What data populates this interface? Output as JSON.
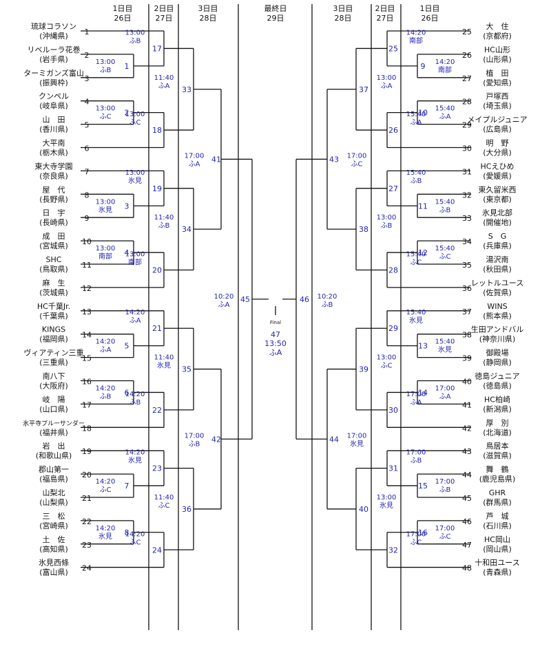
{
  "headers": {
    "left": [
      {
        "day": "1日目",
        "date": "26日"
      },
      {
        "day": "2日目",
        "date": "27日"
      },
      {
        "day": "3日目",
        "date": "28日"
      }
    ],
    "center": {
      "day": "最終日",
      "date": "29日"
    },
    "right": [
      {
        "day": "3日目",
        "date": "28日"
      },
      {
        "day": "2日目",
        "date": "27日"
      },
      {
        "day": "1日目",
        "date": "26日"
      }
    ]
  },
  "teams": [
    {
      "seed": "1",
      "name": "琉球コラソン",
      "region": "(沖縄県)"
    },
    {
      "seed": "2",
      "name": "リベルーラ花巻",
      "region": "(岩手県)"
    },
    {
      "seed": "3",
      "name": "ターミガンズ富山",
      "region": "(振興枠)"
    },
    {
      "seed": "4",
      "name": "クンペル",
      "region": "(岐阜県)"
    },
    {
      "seed": "5",
      "name": "山　田",
      "region": "(香川県)"
    },
    {
      "seed": "6",
      "name": "大平南",
      "region": "(栃木県)"
    },
    {
      "seed": "7",
      "name": "東大寺学園",
      "region": "(奈良県)"
    },
    {
      "seed": "8",
      "name": "屋　代",
      "region": "(長野県)"
    },
    {
      "seed": "9",
      "name": "日　宇",
      "region": "(長崎県)"
    },
    {
      "seed": "10",
      "name": "成　田",
      "region": "(宮城県)"
    },
    {
      "seed": "11",
      "name": "SHC",
      "region": "(鳥取県)"
    },
    {
      "seed": "12",
      "name": "麻　生",
      "region": "(茨城県)"
    },
    {
      "seed": "13",
      "name": "HC千葉Jr.",
      "region": "(千葉県)"
    },
    {
      "seed": "14",
      "name": "KINGS",
      "region": "(福岡県)"
    },
    {
      "seed": "15",
      "name": "ヴィアティン三重",
      "region": "(三重県)"
    },
    {
      "seed": "16",
      "name": "南八下",
      "region": "(大阪府)"
    },
    {
      "seed": "17",
      "name": "岐　陽",
      "region": "(山口県)"
    },
    {
      "seed": "18",
      "name": "氷平寺ブルーサンダー",
      "region": "(福井県)"
    },
    {
      "seed": "19",
      "name": "岩　出",
      "region": "(和歌山県)"
    },
    {
      "seed": "20",
      "name": "郡山第一",
      "region": "(福島県)"
    },
    {
      "seed": "21",
      "name": "山梨北",
      "region": "(山梨県)"
    },
    {
      "seed": "22",
      "name": "三　松",
      "region": "(宮崎県)"
    },
    {
      "seed": "23",
      "name": "土　佐",
      "region": "(高知県)"
    },
    {
      "seed": "24",
      "name": "氷見西條",
      "region": "(富山県)"
    },
    {
      "seed": "25",
      "name": "大　住",
      "region": "(京都府)"
    },
    {
      "seed": "26",
      "name": "HC山形",
      "region": "(山形県)"
    },
    {
      "seed": "27",
      "name": "植　田",
      "region": "(愛知県)"
    },
    {
      "seed": "28",
      "name": "戸塚西",
      "region": "(埼玉県)"
    },
    {
      "seed": "29",
      "name": "メイプルジュニア",
      "region": "(広島県)"
    },
    {
      "seed": "30",
      "name": "明　野",
      "region": "(大分県)"
    },
    {
      "seed": "31",
      "name": "HCえひめ",
      "region": "(愛媛県)"
    },
    {
      "seed": "32",
      "name": "東久留米西",
      "region": "(東京都)"
    },
    {
      "seed": "33",
      "name": "氷見北部",
      "region": "(開催地)"
    },
    {
      "seed": "34",
      "name": "S　G",
      "region": "(兵庫県)"
    },
    {
      "seed": "35",
      "name": "湯沢南",
      "region": "(秋田県)"
    },
    {
      "seed": "36",
      "name": "レットルユース",
      "region": "(佐賀県)"
    },
    {
      "seed": "37",
      "name": "WINS",
      "region": "(熊本県)"
    },
    {
      "seed": "38",
      "name": "生田アンドバル",
      "region": "(神奈川県)"
    },
    {
      "seed": "39",
      "name": "御殿場",
      "region": "(静岡県)"
    },
    {
      "seed": "40",
      "name": "徳島ジュニア",
      "region": "(徳島県)"
    },
    {
      "seed": "41",
      "name": "HC柏崎",
      "region": "(新潟県)"
    },
    {
      "seed": "42",
      "name": "厚　別",
      "region": "(北海道)"
    },
    {
      "seed": "43",
      "name": "鳥居本",
      "region": "(滋賀県)"
    },
    {
      "seed": "44",
      "name": "舞　鶴",
      "region": "(鹿児島県)"
    },
    {
      "seed": "45",
      "name": "GHR",
      "region": "(群馬県)"
    },
    {
      "seed": "46",
      "name": "芦　城",
      "region": "(石川県)"
    },
    {
      "seed": "47",
      "name": "HC岡山",
      "region": "(岡山県)"
    },
    {
      "seed": "48",
      "name": "十和田ユース",
      "region": "(青森県)"
    }
  ],
  "matches": [
    {
      "no": "1",
      "time": "13:00",
      "venue": "ふB"
    },
    {
      "no": "2",
      "time": "13:00",
      "venue": "ふC"
    },
    {
      "no": "3",
      "time": "13:00",
      "venue": "氷見"
    },
    {
      "no": "4",
      "time": "13:00",
      "venue": "南部"
    },
    {
      "no": "5",
      "time": "14:20",
      "venue": "ふA"
    },
    {
      "no": "6",
      "time": "14:20",
      "venue": "ふB"
    },
    {
      "no": "7",
      "time": "14:20",
      "venue": "ふC"
    },
    {
      "no": "8",
      "time": "14:20",
      "venue": "氷見"
    },
    {
      "no": "9",
      "time": "14:20",
      "venue": "南部"
    },
    {
      "no": "10",
      "time": "15:40",
      "venue": "ふA"
    },
    {
      "no": "11",
      "time": "15:40",
      "venue": "ふB"
    },
    {
      "no": "12",
      "time": "15:40",
      "venue": "ふC"
    },
    {
      "no": "13",
      "time": "15:40",
      "venue": "氷見"
    },
    {
      "no": "14",
      "time": "17:00",
      "venue": "ふA"
    },
    {
      "no": "15",
      "time": "17:00",
      "venue": "ふB"
    },
    {
      "no": "16",
      "time": "17:00",
      "venue": "ふC"
    },
    {
      "no": "17",
      "time": "13:00",
      "venue": "ふB"
    },
    {
      "no": "18",
      "time": "13:00",
      "venue": "ふC"
    },
    {
      "no": "19",
      "time": "13:00",
      "venue": "氷見"
    },
    {
      "no": "20",
      "time": "13:00",
      "venue": "南部"
    },
    {
      "no": "21",
      "time": "14:20",
      "venue": "ふA"
    },
    {
      "no": "22",
      "time": "14:20",
      "venue": "ふB"
    },
    {
      "no": "23",
      "time": "14:20",
      "venue": "氷見"
    },
    {
      "no": "24",
      "time": "14:20",
      "venue": "ふC"
    },
    {
      "no": "25",
      "time": "14:20",
      "venue": "南部"
    },
    {
      "no": "26",
      "time": "15:40",
      "venue": "ふA"
    },
    {
      "no": "27",
      "time": "15:40",
      "venue": "ふB"
    },
    {
      "no": "28",
      "time": "15:40",
      "venue": "ふC"
    },
    {
      "no": "29",
      "time": "15:40",
      "venue": "氷見"
    },
    {
      "no": "30",
      "time": "17:00",
      "venue": "ふA"
    },
    {
      "no": "31",
      "time": "17:00",
      "venue": "ふB"
    },
    {
      "no": "32",
      "time": "17:00",
      "venue": "ふC"
    },
    {
      "no": "33",
      "time": "11:40",
      "venue": "ふA"
    },
    {
      "no": "34",
      "time": "11:40",
      "venue": "ふB"
    },
    {
      "no": "35",
      "time": "11:40",
      "venue": "氷見"
    },
    {
      "no": "36",
      "time": "11:40",
      "venue": "ふC"
    },
    {
      "no": "37",
      "time": "13:00",
      "venue": "ふA"
    },
    {
      "no": "38",
      "time": "13:00",
      "venue": "ふB"
    },
    {
      "no": "39",
      "time": "13:00",
      "venue": "ふC"
    },
    {
      "no": "40",
      "time": "13:00",
      "venue": "氷見"
    },
    {
      "no": "41",
      "time": "17:00",
      "venue": "ふA"
    },
    {
      "no": "42",
      "time": "17:00",
      "venue": "ふB"
    },
    {
      "no": "43",
      "time": "17:00",
      "venue": "ふC"
    },
    {
      "no": "44",
      "time": "17:00",
      "venue": "氷見"
    },
    {
      "no": "45",
      "time": "10:20",
      "venue": "ふA"
    },
    {
      "no": "46",
      "time": "10:20",
      "venue": "ふB"
    },
    {
      "no": "47",
      "time": "13:50",
      "venue": "ふA"
    }
  ],
  "final_label": "Final",
  "colors": {
    "line": "#111111",
    "text": "#111111",
    "schedule": "#1f1fb4"
  }
}
